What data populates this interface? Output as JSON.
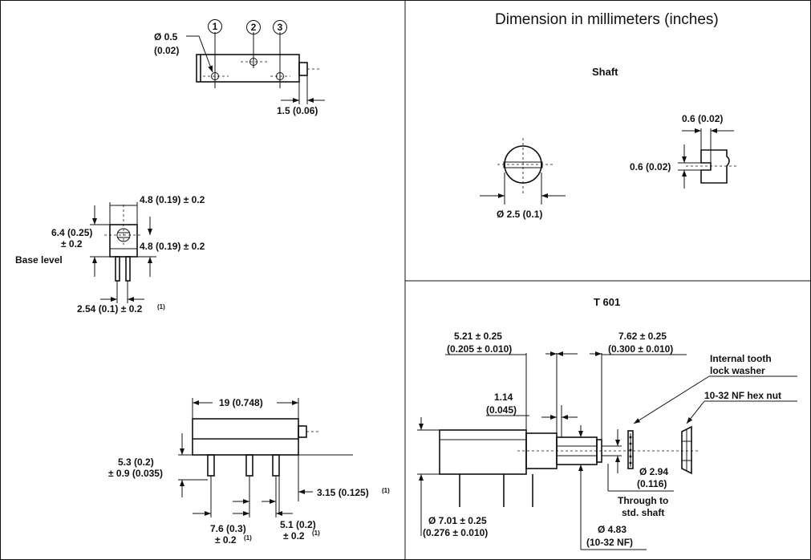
{
  "header": {
    "title": "Dimension in millimeters (inches)"
  },
  "top_view": {
    "pin_labels": [
      "1",
      "2",
      "3"
    ],
    "hole_dia_line1": "Ø 0.5",
    "hole_dia_line2": "(0.02)",
    "offset": "1.5 (0.06)"
  },
  "side_view": {
    "width": "4.8 (0.19) ± 0.2",
    "height_line1": "6.4 (0.25)",
    "height_line2": "± 0.2",
    "height2": "4.8 (0.19) ± 0.2",
    "base_level": "Base level",
    "pitch": "2.54 (0.1) ± 0.2",
    "pitch_note": "(1)"
  },
  "front_view": {
    "length": "19 (0.748)",
    "height_line1": "5.3 (0.2)",
    "height_line2": "± 0.9 (0.035)",
    "pin_offset": "3.15 (0.125)",
    "pin_offset_note": "(1)",
    "pitch1_line1": "7.6 (0.3)",
    "pitch1_line2": "± 0.2",
    "pitch1_note": "(1)",
    "pitch2_line1": "5.1 (0.2)",
    "pitch2_line2": "± 0.2",
    "pitch2_note": "(1)"
  },
  "shaft": {
    "title": "Shaft",
    "diameter": "Ø 2.5 (0.1)",
    "slot_width": "0.6 (0.02)",
    "slot_depth": "0.6 (0.02)"
  },
  "t601": {
    "title": "T 601",
    "dim_a_line1": "5.21 ± 0.25",
    "dim_a_line2": "(0.205 ± 0.010)",
    "dim_b_line1": "7.62 ± 0.25",
    "dim_b_line2": "(0.300 ± 0.010)",
    "dim_c_line1": "1.14",
    "dim_c_line2": "(0.045)",
    "washer_line1": "Internal tooth",
    "washer_line2": "lock washer",
    "nut": "10-32 NF hex nut",
    "hole_line1": "Ø 2.94",
    "hole_line2": "(0.116)",
    "through_line1": "Through to",
    "through_line2": "std. shaft",
    "body_dia_line1": "Ø 7.01 ± 0.25",
    "body_dia_line2": "(0.276 ± 0.010)",
    "thread_line1": "Ø 4.83",
    "thread_line2": "(10-32 NF)"
  }
}
